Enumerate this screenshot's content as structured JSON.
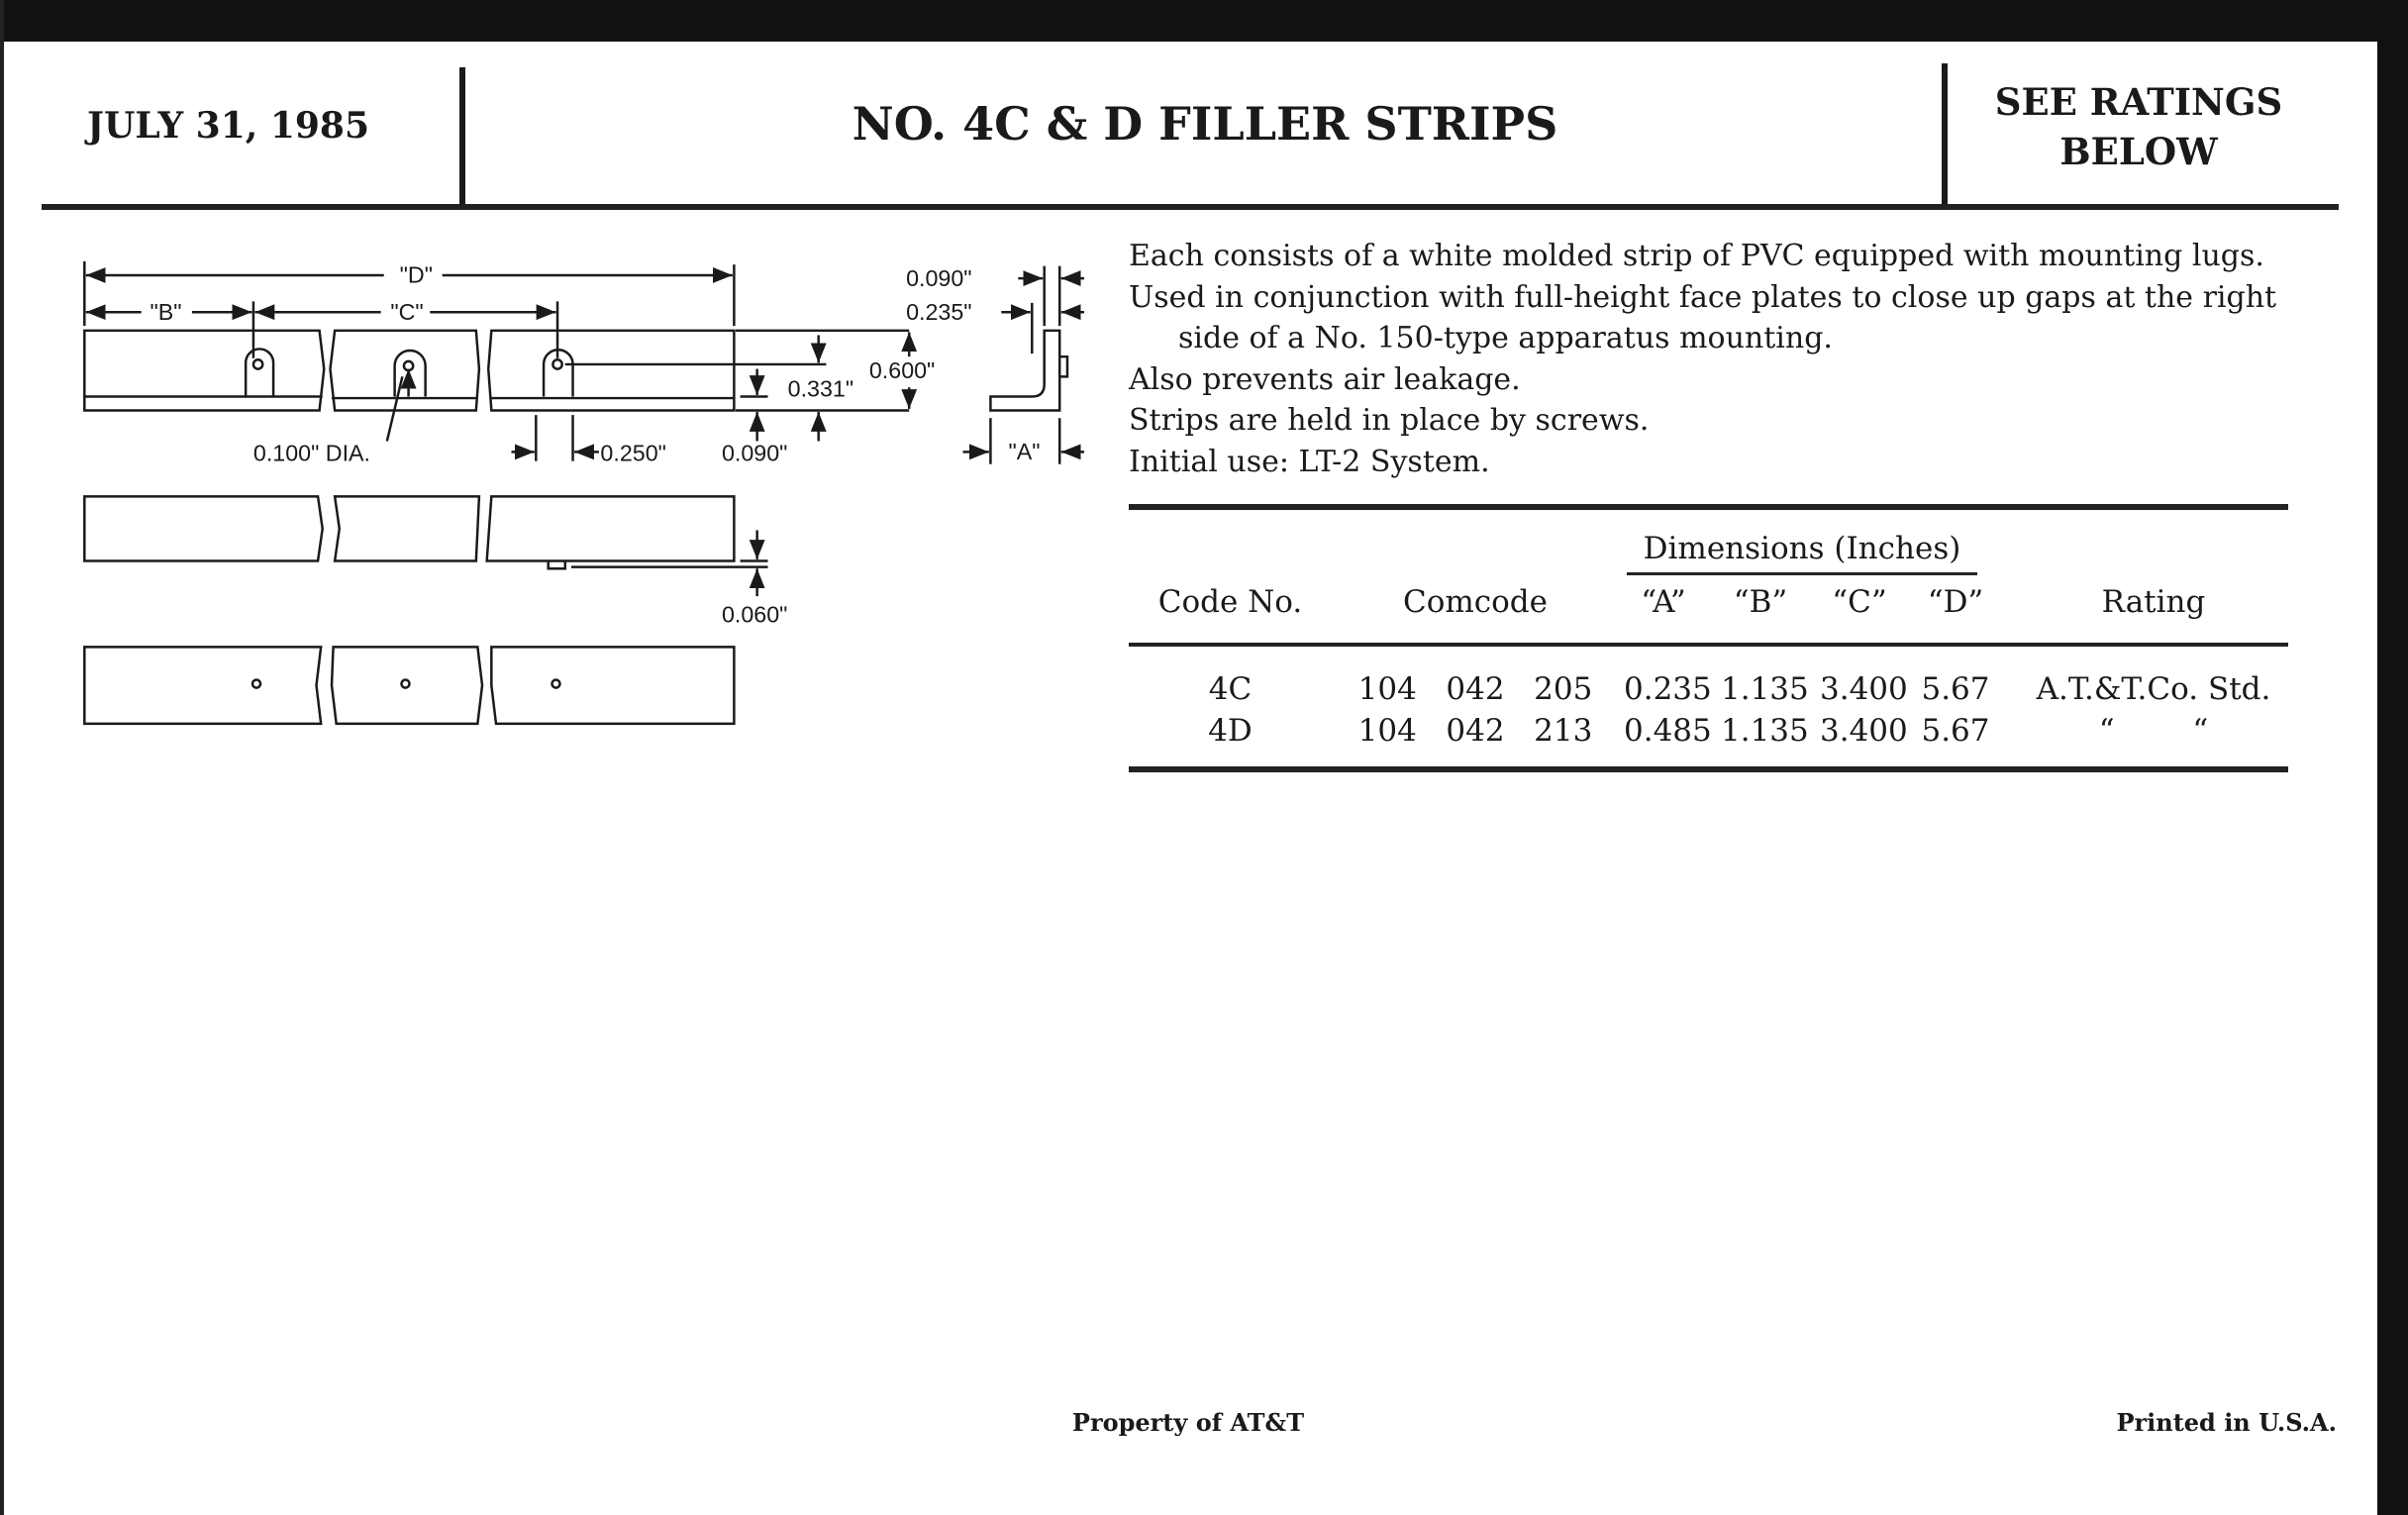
{
  "header": {
    "date": "JULY 31, 1985",
    "title": "NO. 4C & D FILLER STRIPS",
    "ratings_line1": "SEE RATINGS",
    "ratings_line2": "BELOW"
  },
  "drawing": {
    "dim_d": "\"D\"",
    "dim_b": "\"B\"",
    "dim_c": "\"C\"",
    "dim_a": "\"A\"",
    "hole_dia": "0.100\" DIA.",
    "lug_width": "0.250\"",
    "base_thickness": "0.090\"",
    "hole_height": "0.331\"",
    "strip_height": "0.600\"",
    "profile_thickness": "0.090\"",
    "profile_offset": "0.235\"",
    "nub_height": "0.060\""
  },
  "description": [
    "Each consists of a white molded strip of PVC equipped with mounting lugs.",
    "Used in conjunction with full-height face plates to close up gaps at the right",
    "side of a No. 150-type apparatus mounting.",
    "Also prevents air leakage.",
    "Strips are held in place by screws.",
    "Initial use: LT-2 System."
  ],
  "table": {
    "group_header": "Dimensions (Inches)",
    "columns": [
      "Code No.",
      "Comcode",
      "“A”",
      "“B”",
      "“C”",
      "“D”",
      "Rating"
    ],
    "rows": [
      {
        "code": "4C",
        "comcode": "104   042   205",
        "a": "0.235",
        "b": "1.135",
        "c": "3.400",
        "d": "5.67",
        "rating": "A.T.&T.Co. Std."
      },
      {
        "code": "4D",
        "comcode": "104   042   213",
        "a": "0.485",
        "b": "1.135",
        "c": "3.400",
        "d": "5.67",
        "rating": "“        “"
      }
    ]
  },
  "footer": {
    "property": "Property of AT&T",
    "printed": "Printed in U.S.A."
  }
}
